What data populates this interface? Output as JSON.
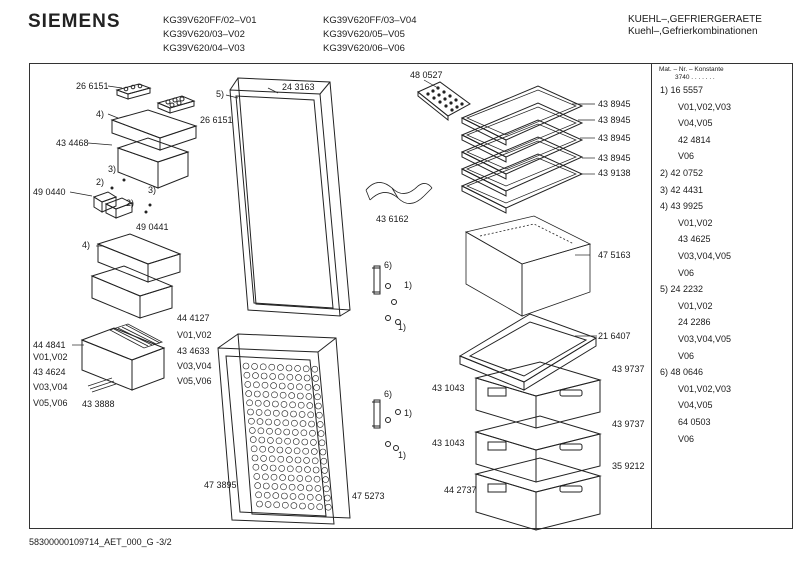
{
  "header": {
    "brand": "SIEMENS",
    "models_col1": [
      "KG39V620FF/02–V01",
      "KG39V620/03–V02",
      "KG39V620/04–V03"
    ],
    "models_col2": [
      "KG39V620FF/03–V04",
      "KG39V620/05–V05",
      "KG39V620/06–V06"
    ],
    "title_line1": "KUEHL–,GEFRIERGERAETE",
    "title_line2": "Kuehl–,Gefrierkombinationen"
  },
  "footer": {
    "doc_id": "58300000109714_AET_000_G -3/2"
  },
  "side_table": {
    "heading1": "Mat. – Nr. – Konstante",
    "heading2": "3740 . . . . . . .",
    "lines": [
      "1)  16 5557",
      "V01,V02,V03",
      "V04,V05",
      "42 4814",
      "V06",
      "2)  42 0752",
      "3)  42 4431",
      "4)  43 9925",
      "V01,V02",
      "43 4625",
      "V03,V04,V05",
      "V06",
      "5)  24 2232",
      "V01,V02",
      "24 2286",
      "V03,V04,V05",
      "V06",
      "6)  48 0646",
      "V01,V02,V03",
      "V04,V05",
      "64 0503",
      "V06"
    ]
  },
  "labels": [
    "26 6151",
    "4)",
    "26 6151",
    "43 4468",
    "3)",
    "2)",
    "3)",
    "49 0440",
    "2)",
    "49 0441",
    "5)",
    "24 3163",
    "48 0527",
    "43 8945",
    "43 8945",
    "43 8945",
    "43 8945",
    "43 9138",
    "43 6162",
    "47 5163",
    "4)",
    "6)",
    "1)",
    "1)",
    "44 4127",
    "V01,V02",
    "43 4633",
    "V03,V04",
    "V05,V06",
    "44 4841",
    "V01,V02",
    "43 4624",
    "V03,V04",
    "V05,V06",
    "43 3888",
    "21 6407",
    "43 9737",
    "43 1043",
    "6)",
    "1)",
    "1)",
    "43 9737",
    "43 1043",
    "35 9212",
    "44 2737",
    "47 3895",
    "47 5273"
  ]
}
